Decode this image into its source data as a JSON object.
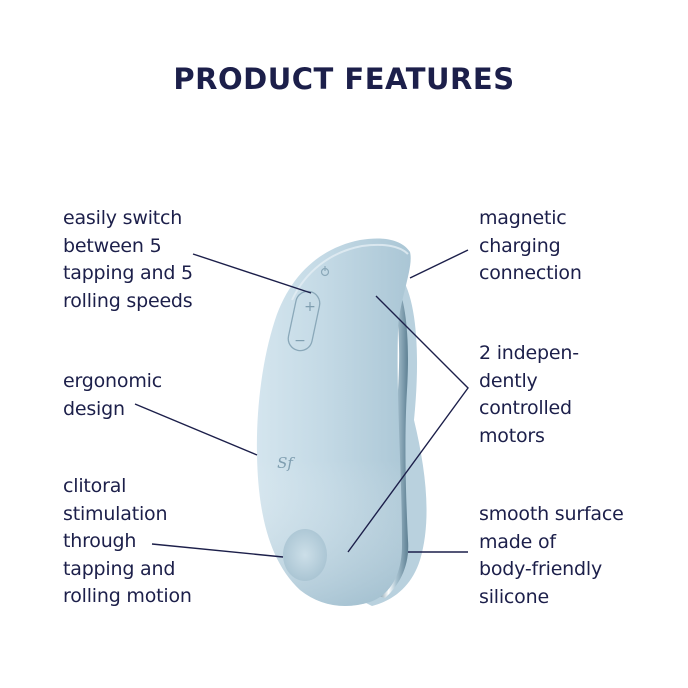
{
  "title": "PRODUCT FEATURES",
  "colors": {
    "text": "#1c1f4a",
    "device_body": "#c4dae6",
    "device_shadow": "#9fbccc",
    "rim_metal": "#7f9fb0",
    "background": "#ffffff"
  },
  "features_left": [
    {
      "id": "speeds",
      "text": "easily switch\nbetween 5\ntapping and 5\nrolling speeds"
    },
    {
      "id": "ergonomic",
      "text": "ergonomic\ndesign"
    },
    {
      "id": "stimulation",
      "text": "clitoral\nstimulation\nthrough\ntapping and\nrolling motion"
    }
  ],
  "features_right": [
    {
      "id": "charging",
      "text": "magnetic\ncharging\nconnection"
    },
    {
      "id": "motors",
      "text": "2 indepen-\ndently\ncontrolled\nmotors"
    },
    {
      "id": "surface",
      "text": "smooth surface\nmade of\nbody-friendly\nsilicone"
    }
  ],
  "device": {
    "buttons": [
      "+",
      "−"
    ],
    "logo": "Sf",
    "power_icon": "power-icon"
  }
}
